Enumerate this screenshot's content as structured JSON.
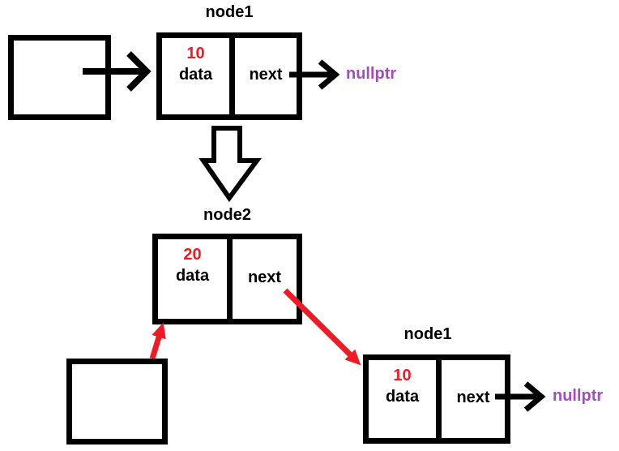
{
  "diagram": {
    "description": "linked list insert-at-head diagram",
    "top_node": {
      "title": "node1",
      "value": "10",
      "field1": "data",
      "field2": "next",
      "pointer_target": "nullptr"
    },
    "second_node": {
      "title": "node2",
      "value": "20",
      "field1": "data",
      "field2": "next"
    },
    "relinked_node": {
      "title": "node1",
      "value": "10",
      "field1": "data",
      "field2": "next",
      "pointer_target": "nullptr"
    }
  },
  "colors": {
    "value_text": "#ed1c24",
    "red_arrow": "#ed1c24",
    "nullptr_text": "#a04fb8",
    "line": "#000000",
    "background": "#ffffff"
  }
}
